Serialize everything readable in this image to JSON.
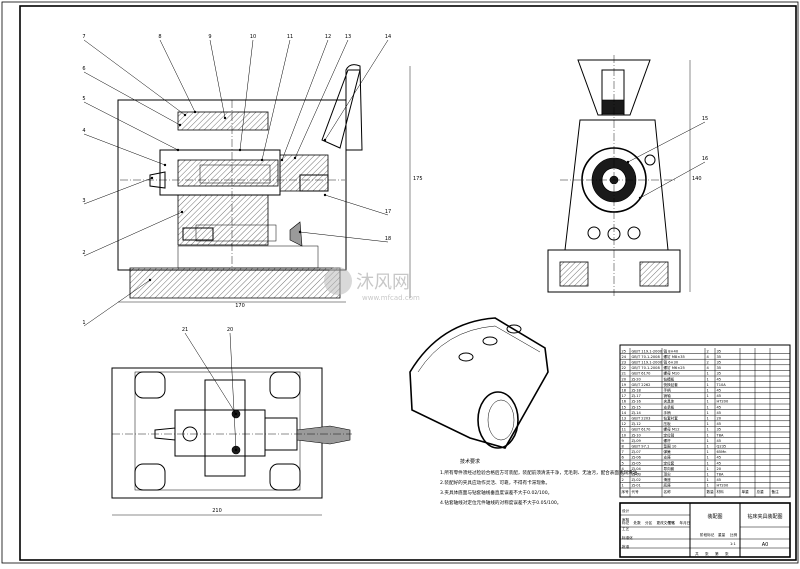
{
  "drawing": {
    "title": "钻床夹具装配图",
    "unit_block": "装配图",
    "sheet_size": "A0",
    "notes_title": "技术要求",
    "notes": [
      "1.所有零件须经过检验合格后方可装配，装配前须清洗干净，无毛刺、无油污，配合表面涂润滑油。",
      "2.装配好的夹具应动作灵活、可靠，不得有卡滞现象。",
      "3.夹具体底面与钻套轴线垂直度误差不大于0.02/100。",
      "4.钻套轴线对定位元件轴线的对称度误差不大于0.05/100。"
    ]
  },
  "leaders": {
    "front": [
      "7",
      "8",
      "9",
      "10",
      "11",
      "12",
      "13",
      "14",
      "6",
      "5",
      "4",
      "3",
      "2",
      "1",
      "17",
      "18"
    ],
    "side": [
      "15",
      "16"
    ],
    "top": [
      "21",
      "20"
    ]
  },
  "dimensions": {
    "width": "170",
    "height": "175",
    "depth": "140",
    "length": "210"
  },
  "watermark": {
    "brand": "沐风网",
    "url": "www.mfcad.com"
  },
  "bom": {
    "header": [
      "序号",
      "代号",
      "名称",
      "数量",
      "材料",
      "单重",
      "总重",
      "备注"
    ],
    "rows": [
      {
        "no": "25",
        "code": "GB/T 119.1-2000",
        "name": "销 8×40",
        "qty": "2",
        "mat": "35",
        "note": ""
      },
      {
        "no": "24",
        "code": "GB/T 70.1-2008",
        "name": "螺钉 M8×35",
        "qty": "4",
        "mat": "35",
        "note": ""
      },
      {
        "no": "23",
        "code": "GB/T 119.1-2000",
        "name": "销 6×30",
        "qty": "2",
        "mat": "35",
        "note": ""
      },
      {
        "no": "22",
        "code": "GB/T 70.1-2008",
        "name": "螺钉 M6×25",
        "qty": "4",
        "mat": "35",
        "note": ""
      },
      {
        "no": "21",
        "code": "GB/T 6170",
        "name": "螺母 M10",
        "qty": "1",
        "mat": "35",
        "note": ""
      },
      {
        "no": "20",
        "code": "ZJ-20",
        "name": "钻模板",
        "qty": "1",
        "mat": "45",
        "note": ""
      },
      {
        "no": "19",
        "code": "GB/T 2262",
        "name": "快换钻套",
        "qty": "1",
        "mat": "T10A",
        "note": ""
      },
      {
        "no": "18",
        "code": "ZJ-18",
        "name": "手柄",
        "qty": "1",
        "mat": "45",
        "note": ""
      },
      {
        "no": "17",
        "code": "ZJ-17",
        "name": "销轴",
        "qty": "1",
        "mat": "45",
        "note": ""
      },
      {
        "no": "16",
        "code": "ZJ-16",
        "name": "夹具体",
        "qty": "1",
        "mat": "HT200",
        "note": ""
      },
      {
        "no": "15",
        "code": "ZJ-15",
        "name": "支承板",
        "qty": "1",
        "mat": "45",
        "note": ""
      },
      {
        "no": "14",
        "code": "ZJ-14",
        "name": "手柄",
        "qty": "1",
        "mat": "45",
        "note": ""
      },
      {
        "no": "13",
        "code": "GB/T 2203",
        "name": "钻套衬套",
        "qty": "1",
        "mat": "20",
        "note": ""
      },
      {
        "no": "12",
        "code": "ZJ-12",
        "name": "压板",
        "qty": "1",
        "mat": "45",
        "note": ""
      },
      {
        "no": "11",
        "code": "GB/T 6170",
        "name": "螺母 M12",
        "qty": "1",
        "mat": "35",
        "note": ""
      },
      {
        "no": "10",
        "code": "ZJ-10",
        "name": "定位销",
        "qty": "1",
        "mat": "T8A",
        "note": ""
      },
      {
        "no": "9",
        "code": "ZJ-09",
        "name": "螺杆",
        "qty": "1",
        "mat": "45",
        "note": ""
      },
      {
        "no": "8",
        "code": "GB/T 97.1",
        "name": "垫圈 10",
        "qty": "1",
        "mat": "Q235",
        "note": ""
      },
      {
        "no": "7",
        "code": "ZJ-07",
        "name": "弹簧",
        "qty": "1",
        "mat": "65Mn",
        "note": ""
      },
      {
        "no": "6",
        "code": "ZJ-06",
        "name": "支座",
        "qty": "1",
        "mat": "45",
        "note": ""
      },
      {
        "no": "5",
        "code": "ZJ-05",
        "name": "定位套",
        "qty": "1",
        "mat": "45",
        "note": ""
      },
      {
        "no": "4",
        "code": "ZJ-04",
        "name": "导向套",
        "qty": "1",
        "mat": "20",
        "note": ""
      },
      {
        "no": "3",
        "code": "ZJ-03",
        "name": "顶尖",
        "qty": "1",
        "mat": "T8A",
        "note": ""
      },
      {
        "no": "2",
        "code": "ZJ-02",
        "name": "滑座",
        "qty": "1",
        "mat": "45",
        "note": ""
      },
      {
        "no": "1",
        "code": "ZJ-01",
        "name": "底座",
        "qty": "1",
        "mat": "HT200",
        "note": ""
      }
    ]
  },
  "titleblock": {
    "labels": [
      "标记",
      "处数",
      "分区",
      "更改文件号",
      "签名",
      "年月日"
    ],
    "roles": [
      "设计",
      "审核",
      "工艺",
      "标准化",
      "批准"
    ],
    "stage": [
      "阶段标记",
      "重量",
      "比例"
    ],
    "scale": "1:1",
    "sheet": [
      "共",
      "张",
      "第",
      "张"
    ]
  }
}
